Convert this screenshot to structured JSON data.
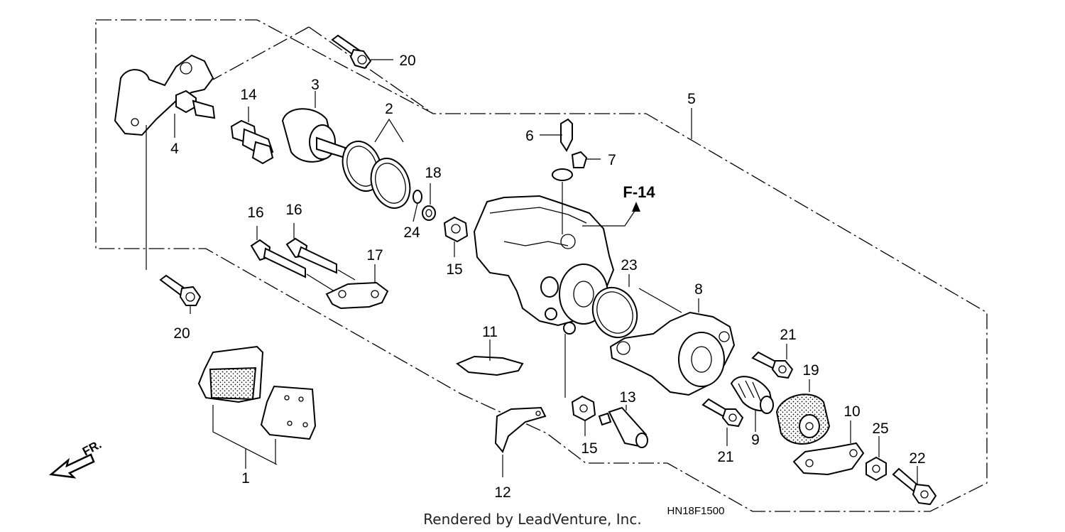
{
  "diagram": {
    "callouts": [
      "1",
      "2",
      "3",
      "4",
      "5",
      "6",
      "7",
      "8",
      "9",
      "10",
      "11",
      "12",
      "13",
      "14",
      "15",
      "16",
      "17",
      "18",
      "19",
      "20",
      "21",
      "22",
      "23",
      "24",
      "25"
    ],
    "reference_label": "F-14",
    "direction_label": "FR.",
    "drawing_code": "HN18F1500",
    "credit": "Rendered by LeadVenture, Inc."
  }
}
